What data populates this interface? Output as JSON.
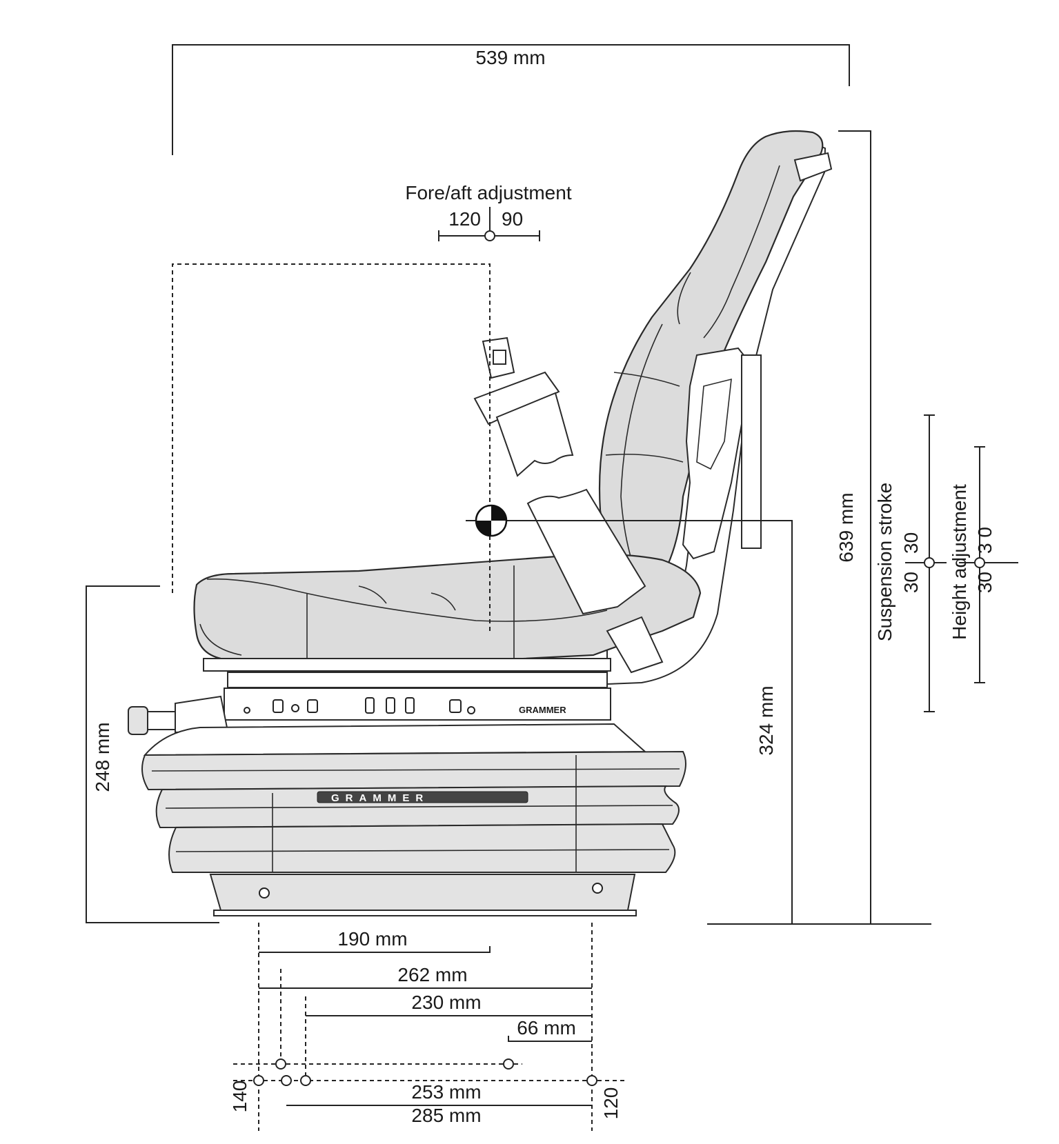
{
  "dimensions": {
    "overall_width": "539 mm",
    "overall_height": "639 mm",
    "base_height": "248 mm",
    "sip_height": "324 mm",
    "sip_offset": "190 mm",
    "rear_to_front_1": "262 mm",
    "rear_to_front_2": "230 mm",
    "front_offset": "66 mm",
    "lower_span_1": "253 mm",
    "lower_span_2": "285 mm",
    "left_vertical": "140",
    "right_vertical": "120"
  },
  "fore_aft": {
    "title": "Fore/aft adjustment",
    "back": "120",
    "fwd": "90"
  },
  "suspension": {
    "title": "Suspension stroke",
    "up": "30",
    "down": "30"
  },
  "height_adj": {
    "title": "Height adjustment",
    "up": "3 0",
    "down": "30"
  },
  "brand": {
    "plate": "GRAMMER",
    "bellows": "GRAMMER"
  },
  "colors": {
    "upholstery": "#dcdcdc",
    "lines": "#222222"
  }
}
